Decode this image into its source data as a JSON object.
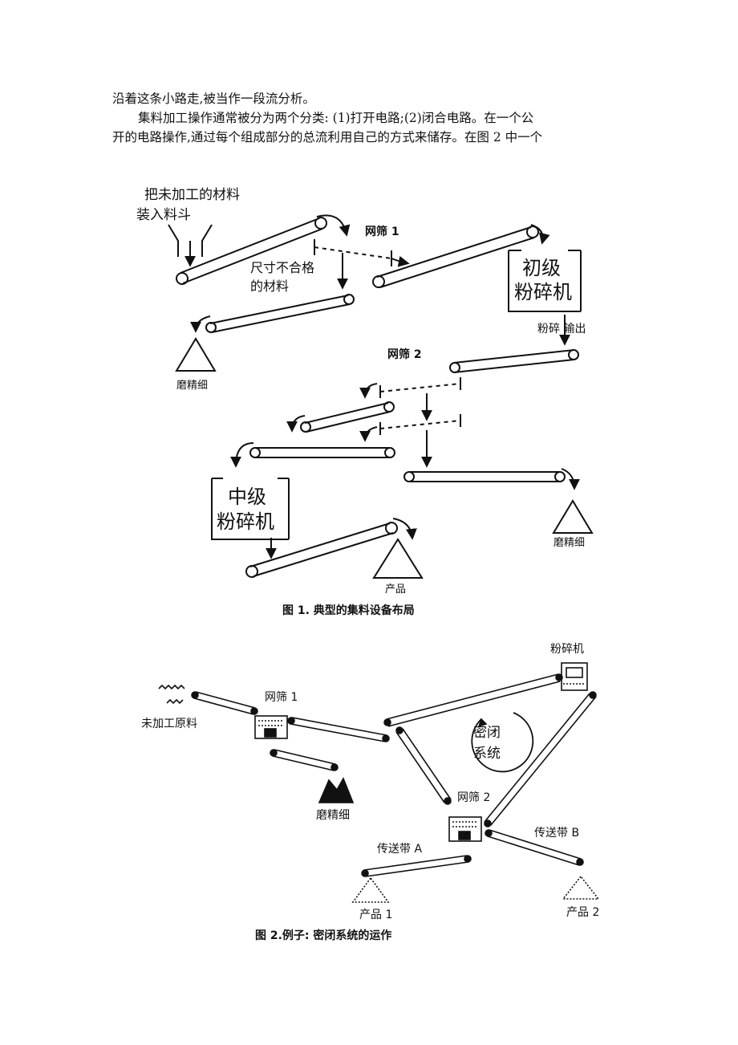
{
  "document": {
    "paragraph_lines": [
      "沿着这条小路走,被当作一段流分析。",
      "集料加工操作通常被分为两个分类: (1)打开电路;(2)闭合电路。在一个公",
      "开的电路操作,通过每个组成部分的总流利用自己的方式来储存。在图 2 中一个"
    ]
  },
  "figure1": {
    "caption": "图 1.  典型的集料设备布局",
    "feed_label_line1": "把未加工的材料",
    "feed_label_line2": "装入料斗",
    "screen1_label": "网筛 1",
    "oversize_line1": "尺寸不合格",
    "oversize_line2": "的材料",
    "primary_crusher_line1": "初级",
    "primary_crusher_line2": "粉碎机",
    "crushed_out_label": "粉碎 输出",
    "fines1_label": "磨精细",
    "screen2_label": "网筛 2",
    "secondary_crusher_line1": "中级",
    "secondary_crusher_line2": "粉碎机",
    "fines2_label": "磨精细",
    "product_label": "产品"
  },
  "figure2": {
    "caption": "图 2.例子: 密闭系统的运作",
    "raw_material_label": "未加工原料",
    "screen1_label": "网筛 1",
    "crusher_label": "粉碎机",
    "closed_system_line1": "密闭",
    "closed_system_line2": "系统",
    "fines_label": "磨精细",
    "screen2_label": "网筛 2",
    "conveyor_a_label": "传送带 A",
    "conveyor_b_label": "传送带 B",
    "product1_label": "产品 1",
    "product2_label": "产品 2"
  }
}
